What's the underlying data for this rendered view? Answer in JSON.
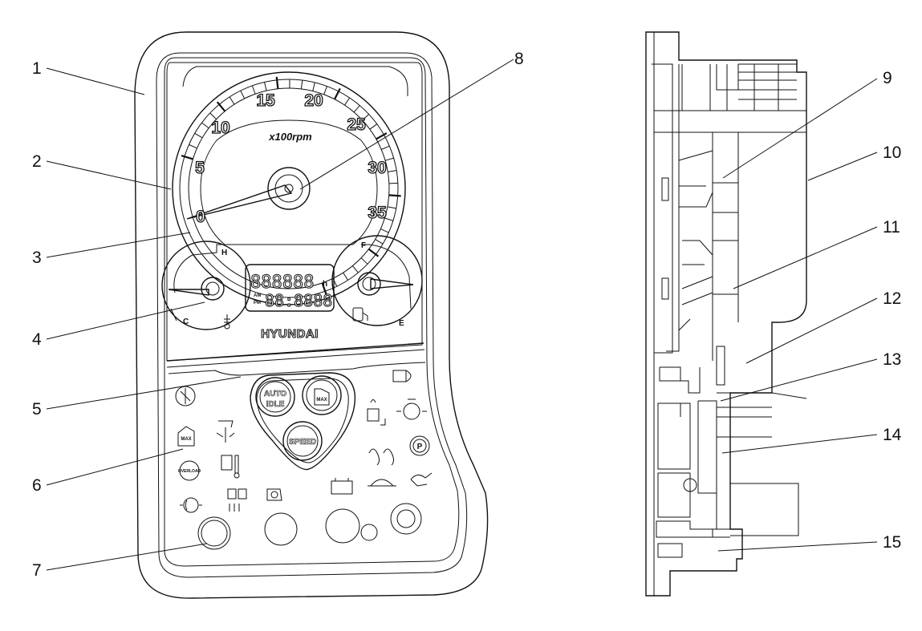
{
  "callouts": [
    {
      "id": "1",
      "label": "1"
    },
    {
      "id": "2",
      "label": "2"
    },
    {
      "id": "3",
      "label": "3"
    },
    {
      "id": "4",
      "label": "4"
    },
    {
      "id": "5",
      "label": "5"
    },
    {
      "id": "6",
      "label": "6"
    },
    {
      "id": "7",
      "label": "7"
    },
    {
      "id": "8",
      "label": "8"
    },
    {
      "id": "9",
      "label": "9"
    },
    {
      "id": "10",
      "label": "10"
    },
    {
      "id": "11",
      "label": "11"
    },
    {
      "id": "12",
      "label": "12"
    },
    {
      "id": "13",
      "label": "13"
    },
    {
      "id": "14",
      "label": "14"
    },
    {
      "id": "15",
      "label": "15"
    }
  ],
  "tachometer": {
    "scale_labels": [
      "0",
      "5",
      "10",
      "15",
      "20",
      "25",
      "30",
      "35"
    ],
    "unit": "x100rpm"
  },
  "temp_gauge": {
    "high": "H",
    "low": "C"
  },
  "fuel_gauge": {
    "full": "F",
    "empty": "E"
  },
  "lcd": {
    "top": "888888",
    "unit": "h",
    "am": "AM",
    "pm": "PM",
    "bottom": "88:8888"
  },
  "brand": "HYUNDAI",
  "buttons": {
    "auto_idle_line1": "AUTO",
    "auto_idle_line2": "IDLE",
    "power_max": "MAX",
    "speed": "SPEED"
  },
  "indicators": {
    "max": "MAX",
    "overload": "OVERLOAD"
  }
}
